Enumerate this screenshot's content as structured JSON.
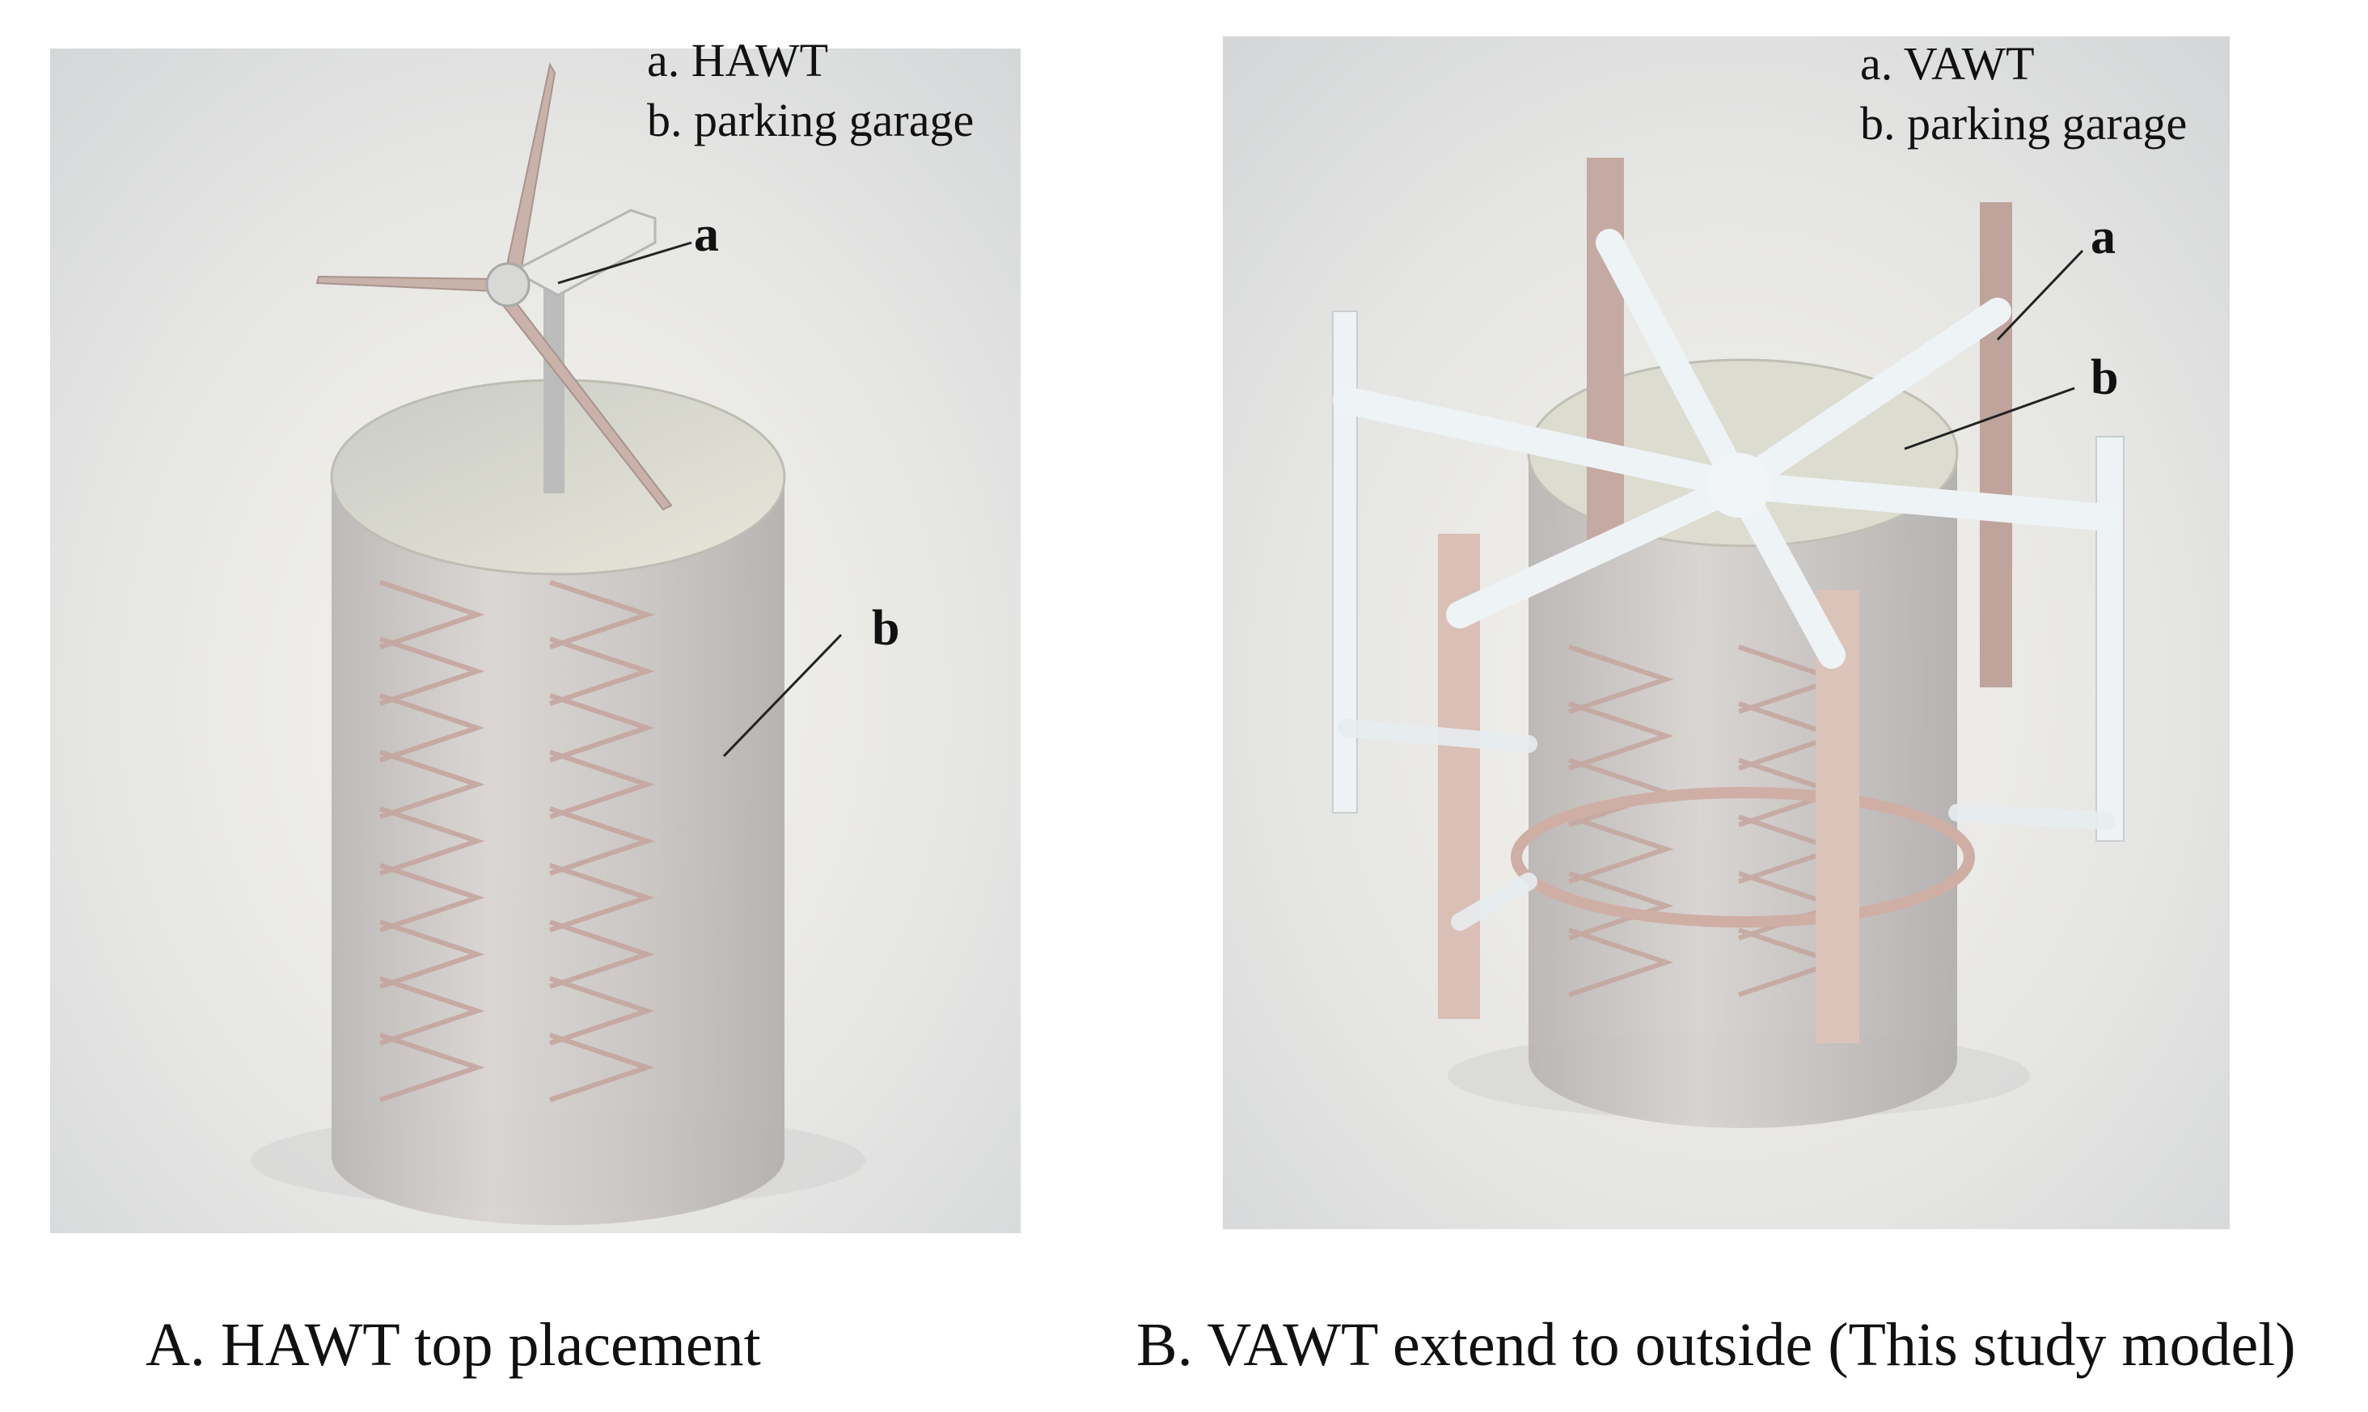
{
  "figure": {
    "panel_a": {
      "legend": [
        "a. HAWT",
        "b. parking garage"
      ],
      "callouts": {
        "a": "a",
        "b": "b"
      },
      "caption": "A. HAWT top placement"
    },
    "panel_b": {
      "legend": [
        "a. VAWT",
        "b. parking garage"
      ],
      "callouts": {
        "a": "a",
        "b": "b"
      },
      "caption": "B. VAWT extend to outside (This study model)"
    }
  },
  "colors": {
    "panel_bg": "#ededeb",
    "cylinder": "#c9c5c3",
    "garage_top": "#dcdcd0",
    "blade_pink": "#cdb5ac",
    "blade_white": "#eef2f4",
    "ramp": "#d9c6c0"
  }
}
